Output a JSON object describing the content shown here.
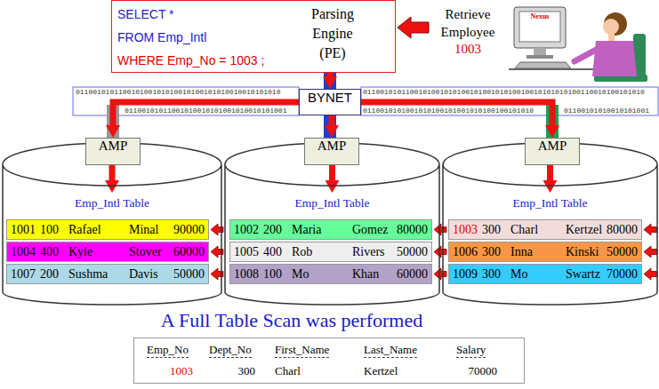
{
  "diagram": {
    "caption": "A Full Table Scan was performed",
    "nodes": [
      {
        "text": [
          "SELECT *",
          "FROM Emp_Intl",
          "WHERE Emp_No = 1003 ;",
          "Parsing Engine (PE)"
        ]
      },
      {
        "text": [
          "BYNET"
        ]
      },
      {
        "text": [
          "AMP"
        ]
      },
      {
        "text": [
          "AMP"
        ]
      },
      {
        "text": [
          "AMP"
        ]
      },
      {
        "text": [
          "Emp_Intl Table"
        ]
      },
      {
        "text": [
          "1001",
          "100",
          "Rafael",
          "Minal",
          "90000"
        ],
        "in": 5
      },
      {
        "text": [
          "1004",
          "400",
          "Kyle",
          "Stover",
          "60000"
        ],
        "in": 5
      },
      {
        "text": [
          "1007",
          "200",
          "Sushma",
          "Davis",
          "50000"
        ],
        "in": 5
      },
      {
        "text": [
          "Emp_Intl Table"
        ]
      },
      {
        "text": [
          "1002",
          "200",
          "Maria",
          "Gomez",
          "80000"
        ],
        "in": 9
      },
      {
        "text": [
          "1005",
          "400",
          "Rob",
          "Rivers",
          "50000"
        ],
        "in": 9
      },
      {
        "text": [
          "1008",
          "100",
          "Mo",
          "Khan",
          "60000"
        ],
        "in": 9
      },
      {
        "text": [
          "Emp_Intl Table"
        ]
      },
      {
        "text": [
          "1003",
          "300",
          "Charl",
          "Kertzel",
          "80000"
        ],
        "in": 13
      },
      {
        "text": [
          "1006",
          "300",
          "Inna",
          "Kinski",
          "50000"
        ],
        "in": 13
      },
      {
        "text": [
          "1009",
          "300",
          "Mo",
          "Swartz",
          "70000"
        ],
        "in": 13
      },
      {
        "text": [
          "Emp_No",
          "Dept_No",
          "First_Name",
          "Last_Name",
          "Salary",
          "1003",
          "300",
          "Charl",
          "Kertzel",
          "70000"
        ]
      }
    ],
    "edges": [
      {
        "from": 0,
        "to": 1,
        "arrow": "to"
      },
      {
        "from": 1,
        "to": 2,
        "arrow": "to"
      },
      {
        "from": 1,
        "to": 3,
        "arrow": "to"
      },
      {
        "from": 1,
        "to": 4,
        "arrow": "to"
      },
      {
        "from": 2,
        "to": 5,
        "arrow": "to"
      },
      {
        "from": 3,
        "to": 9,
        "arrow": "to"
      },
      {
        "from": 4,
        "to": 13,
        "arrow": "to"
      }
    ],
    "labels": [
      "Retrieve Employee",
      "1003",
      "Nexus",
      "011001010110010100101010010100101010010010101010",
      "01100101011001010010101001010010101001",
      "011001010110010100101010010100101010010010101010100110010100101010",
      "0110010101001010100101001010100100101010",
      "01100101010010101001"
    ]
  }
}
